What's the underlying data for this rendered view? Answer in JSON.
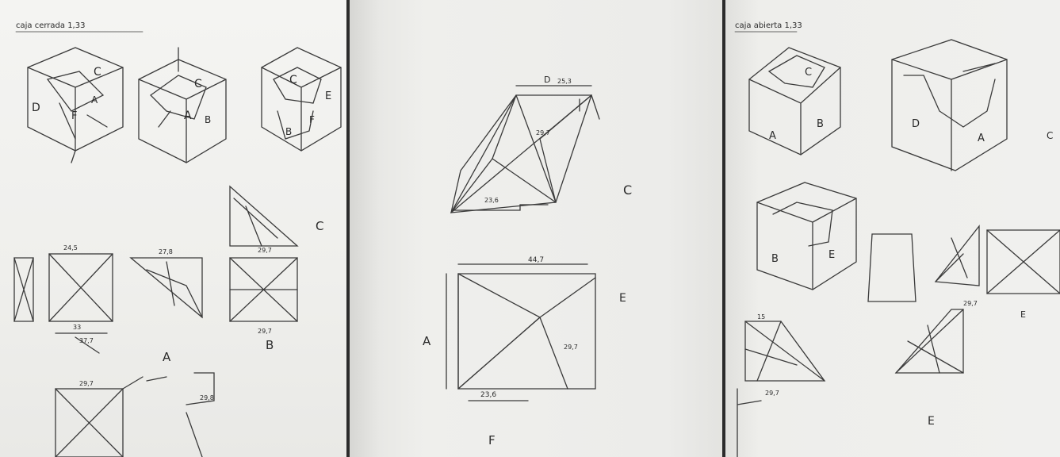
{
  "panel_left": {
    "header": "caja cerrada 1,33",
    "labels": {
      "c1": "C",
      "d1": "D",
      "f1": "F",
      "a1": "A",
      "a2": "A",
      "c2": "C",
      "b2": "B",
      "c3": "C",
      "e3": "E",
      "b3": "B",
      "f3": "F",
      "big_a": "A",
      "big_b": "B",
      "big_c": "C"
    },
    "dims": [
      "24,5",
      "27,8",
      "29,7",
      "29,7",
      "33",
      "37,7",
      "29,7",
      "29,8"
    ]
  },
  "panel_middle": {
    "labels": {
      "c": "C",
      "a": "A",
      "e": "E",
      "f": "F",
      "d": "D"
    },
    "dims": [
      "25,3",
      "23,6",
      "23,6",
      "29,7",
      "29,7",
      "44,7"
    ]
  },
  "panel_right": {
    "header": "caja abierta 1,33",
    "labels": {
      "c1": "C",
      "a1": "A",
      "b1": "B",
      "d2": "D",
      "a2": "A",
      "b3": "B",
      "e3": "E",
      "e4": "E",
      "e5": "E",
      "c5": "C"
    },
    "dims": [
      "29,7",
      "29,7",
      "15"
    ]
  }
}
